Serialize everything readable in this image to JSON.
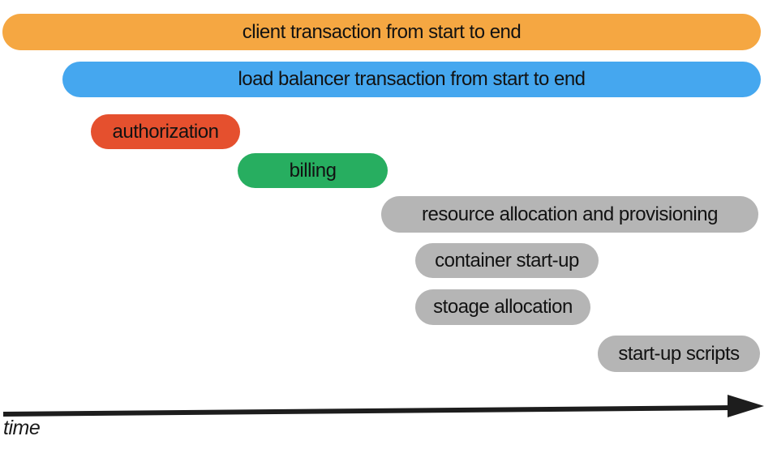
{
  "diagram": {
    "bars": [
      {
        "id": "client-transaction",
        "label": "client transaction from start to end",
        "color": "#F5A742"
      },
      {
        "id": "load-balancer-transaction",
        "label": "load balancer transaction from start to end",
        "color": "#45A7EF"
      },
      {
        "id": "authorization",
        "label": "authorization",
        "color": "#E5502E"
      },
      {
        "id": "billing",
        "label": "billing",
        "color": "#27AE60"
      },
      {
        "id": "resource-allocation",
        "label": "resource allocation and provisioning",
        "color": "#B5B5B5"
      },
      {
        "id": "container-startup",
        "label": "container start-up",
        "color": "#B5B5B5"
      },
      {
        "id": "storage-allocation",
        "label": "stoage allocation",
        "color": "#B5B5B5"
      },
      {
        "id": "startup-scripts",
        "label": "start-up scripts",
        "color": "#B5B5B5"
      }
    ],
    "axis": {
      "label": "time",
      "arrow_color": "#1D1D1D"
    },
    "text_color": "#121212",
    "background_color": "#FFFFFF"
  }
}
